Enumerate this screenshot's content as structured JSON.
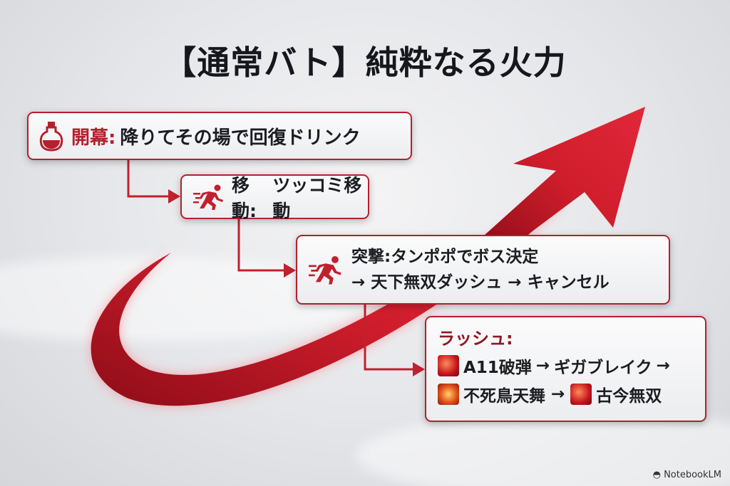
{
  "title": "【通常バト】純粋なる火力",
  "colors": {
    "accent": "#b3202e",
    "text": "#1b1d22"
  },
  "steps": [
    {
      "icon": "potion-icon",
      "label": "開幕:",
      "text": "降りてその場で回復ドリンク"
    },
    {
      "icon": "running-person-icon",
      "label": "移動:",
      "text": "ツッコミ移動"
    },
    {
      "icon": "dashing-person-icon",
      "label": "突撃:",
      "text": "タンポポでボス決定",
      "text2": "→ 天下無双ダッシュ → キャンセル"
    },
    {
      "label": "ラッシュ:",
      "line1": {
        "skill1": "A11破弾",
        "arrow1": "→",
        "skill2": "ギガブレイク",
        "arrow2": "→"
      },
      "line2": {
        "skill3": "不死鳥天舞",
        "arrow": "→",
        "skill4": "古今無双"
      }
    }
  ],
  "watermark": "NotebookLM"
}
